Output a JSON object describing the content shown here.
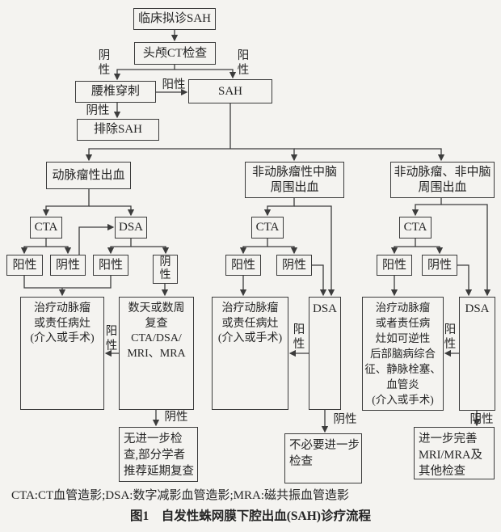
{
  "colors": {
    "background": "#f4f3f0",
    "line": "#3c3c3c",
    "text": "#242424"
  },
  "nodes": {
    "clinical": "临床拟诊SAH",
    "head_ct": "头颅CT检查",
    "lumbar": "腰椎穿刺",
    "sah": "SAH",
    "exclude_sah": "排除SAH",
    "aneurysmal": "动脉瘤性出血",
    "non_aneurysmal_peri": "非动脉瘤性中脑\n周围出血",
    "non_aneurysmal_non_peri": "非动脉瘤、非中脑\n周围出血",
    "cta1": "CTA",
    "dsa1": "DSA",
    "cta2": "CTA",
    "dsa2": "DSA",
    "cta3": "CTA",
    "dsa3": "DSA",
    "pos_a": "阳性",
    "neg_a": "阴性",
    "pos_b": "阳性",
    "neg_b": "阴\n性",
    "pos_c": "阳性",
    "neg_c": "阴性",
    "pos_d": "阳性",
    "neg_d": "阴性",
    "treat1": "治疗动脉瘤\n或责任病灶\n(介入或手术)",
    "recheck": "数天或数周\n复查\nCTA/DSA/\nMRI、MRA",
    "treat2": "治疗动脉瘤\n或责任病灶\n(介入或手术)",
    "treat3": "治疗动脉瘤\n或者责任病\n灶如可逆性\n后部脑病综合\n征、静脉栓塞、\n血管炎\n(介入或手术)",
    "no_further": "无进一步检\n查,部分学者\n推荐延期复查",
    "unnecessary": "不必要进一步\n检查",
    "further_mri": "进一步完善\nMRI/MRA及\n其他检查"
  },
  "labels": {
    "ct_neg": "阴\n性",
    "ct_pos": "阳\n性",
    "lumbar_pos": "阳性",
    "lumbar_neg": "阴性",
    "recheck_pos": "阳\n性",
    "dsa2_pos": "阳\n性",
    "dsa3_pos": "阳\n性",
    "recheck_neg": "阴性",
    "dsa2_neg": "阴性",
    "dsa3_neg": "阴性"
  },
  "caption": {
    "abbreviations": "CTA:CT血管造影;DSA:数字减影血管造影;MRA:磁共振血管造影",
    "figure": "图1　自发性蛛网膜下腔出血(SAH)诊疗流程"
  }
}
